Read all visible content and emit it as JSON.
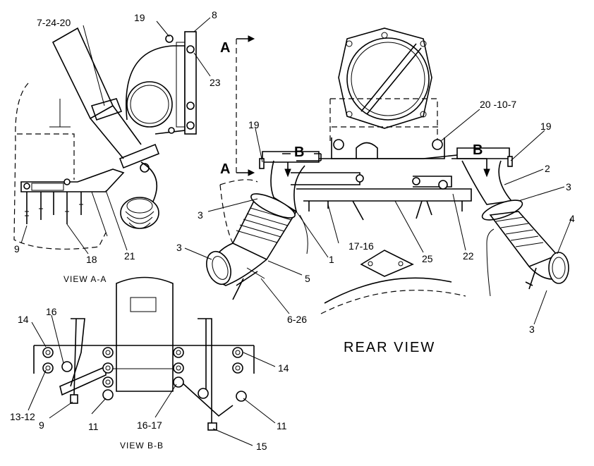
{
  "labels": {
    "view_a": "VIEW A-A",
    "view_b": "VIEW B-B",
    "rear_view": "REAR VIEW",
    "section_a_top": "A",
    "section_a_bottom": "A",
    "section_b_left": "B",
    "section_b_right": "B"
  },
  "callouts": {
    "c_7_24_20": "7-24-20",
    "c_19_top": "19",
    "c_8": "8",
    "c_23": "23",
    "c_9_left": "9",
    "c_18": "18",
    "c_21": "21",
    "c_19_rear_left": "19",
    "c_20_10_7": "20 -10-7",
    "c_19_rear_right": "19",
    "c_2": "2",
    "c_3_right_upper": "3",
    "c_4": "4",
    "c_3_right_lower": "3",
    "c_3_left_upper": "3",
    "c_3_left_lower": "3",
    "c_17_16": "17-16",
    "c_1": "1",
    "c_25": "25",
    "c_22": "22",
    "c_5": "5",
    "c_6_26": "6-26",
    "c_14_left": "14",
    "c_16": "16",
    "c_13_12": "13-12",
    "c_9_bottom": "9",
    "c_11_left": "11",
    "c_16_17": "16-17",
    "c_14_right": "14",
    "c_11_right": "11",
    "c_15": "15"
  }
}
